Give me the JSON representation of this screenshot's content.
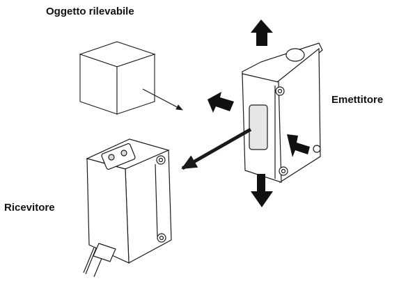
{
  "labels": {
    "object": "Oggetto rilevabile",
    "emitter": "Emettitore",
    "receiver": "Ricevitore"
  },
  "colors": {
    "line": "#1a1a1a",
    "arrow": "#111111",
    "body_fill": "#ffffff",
    "shade": "#d9d9d9"
  },
  "icons": {
    "movement_arrows": "direction-arrow-icon",
    "beam": "beam-arrow-icon"
  }
}
